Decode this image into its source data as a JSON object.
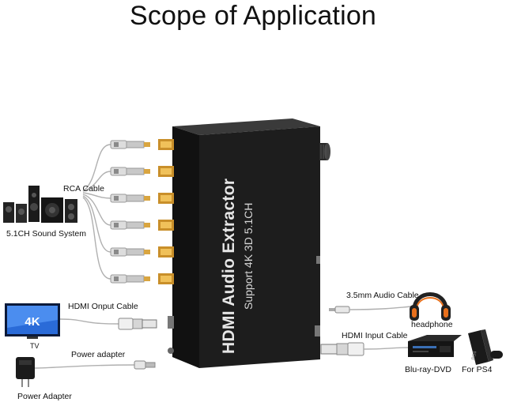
{
  "title": "Scope of Application",
  "device": {
    "name": "HDMI Audio Extractor",
    "subtitle": "Support 4K 3D 5.1CH"
  },
  "labels": {
    "rca_cable": "RCA Cable",
    "sound_system": "5.1CH Sound System",
    "hdmi_output_cable": "HDMI Onput Cable",
    "tv": "TV",
    "tv_screen": "4K",
    "power_adapter_cable": "Power adapter",
    "power_adapter": "Power Adapter",
    "audio_cable": "3.5mm Audio Cable",
    "headphone": "headphone",
    "hdmi_input_cable": "HDMI Input Cable",
    "bluray": "Blu-ray-DVD",
    "ps4": "For PS4",
    "ps4_logo": "PS4"
  },
  "colors": {
    "device_body": "#1c1c1c",
    "rca_gold": "#d8a23a",
    "cable": "#a9a9a9",
    "headphone_accent": "#e8701c"
  }
}
